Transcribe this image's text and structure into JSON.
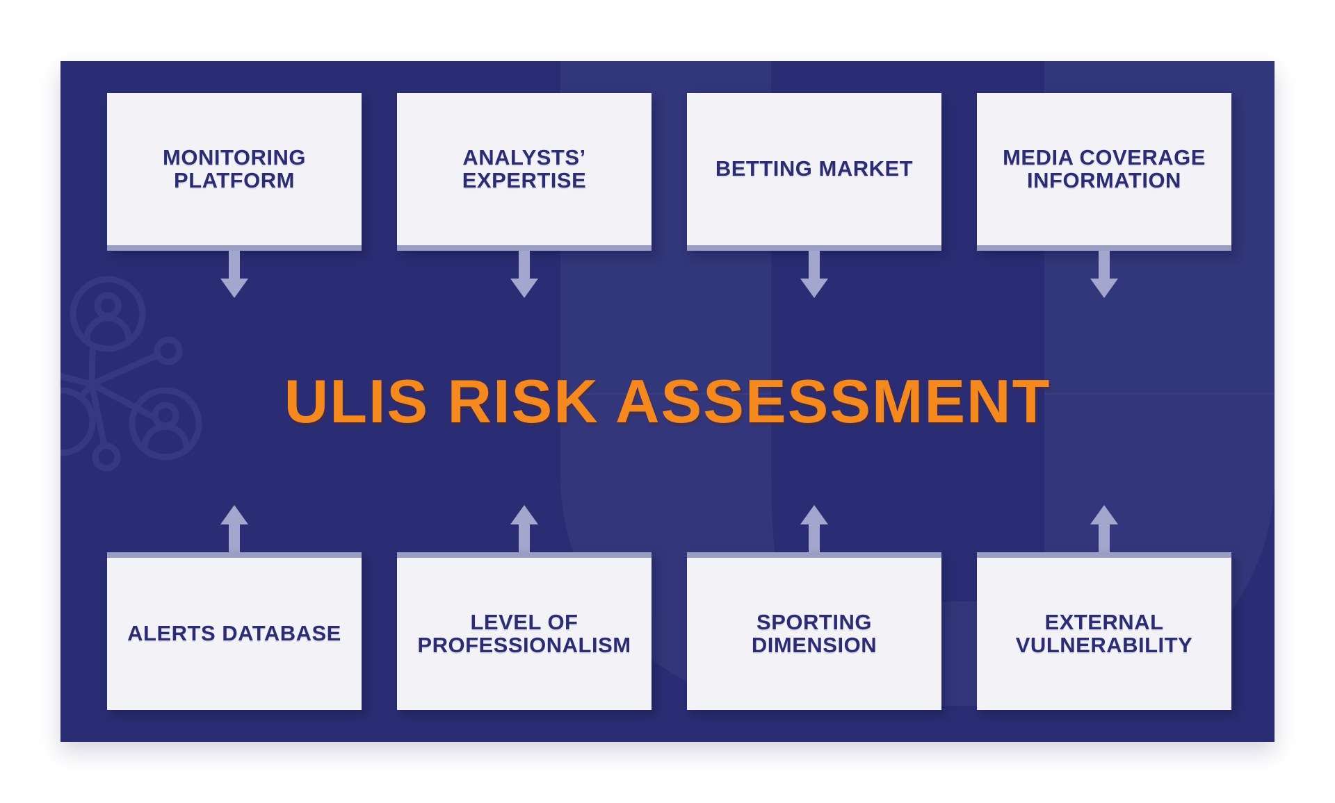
{
  "title": "ULIS RISK ASSESSMENT",
  "top_row": [
    {
      "label": "MONITORING\nPLATFORM"
    },
    {
      "label": "ANALYSTS’\nEXPERTISE"
    },
    {
      "label": "BETTING MARKET"
    },
    {
      "label": "MEDIA COVERAGE\nINFORMATION"
    }
  ],
  "bottom_row": [
    {
      "label": "ALERTS DATABASE"
    },
    {
      "label": "LEVEL OF\nPROFESSIONALISM"
    },
    {
      "label": "SPORTING\nDIMENSION"
    },
    {
      "label": "EXTERNAL\nVULNERABILITY"
    }
  ],
  "icons": {
    "down_arrow_icon": "css-triangle-down",
    "up_arrow_icon": "css-triangle-up",
    "network_people_watermark_icon": "svg-network-of-user-nodes",
    "letter_u_watermark": "css-faint-u-shape"
  },
  "colors": {
    "page_bg": "#FFFFFF",
    "panel_navy": "#2A2D73",
    "box_bg": "#F3F3F7",
    "strip": "#9B9EC4",
    "arrow": "#A4A7CD",
    "title_orange": "#F6891E",
    "label_navy": "#2B2C74",
    "watermark_line": "#41448C"
  }
}
